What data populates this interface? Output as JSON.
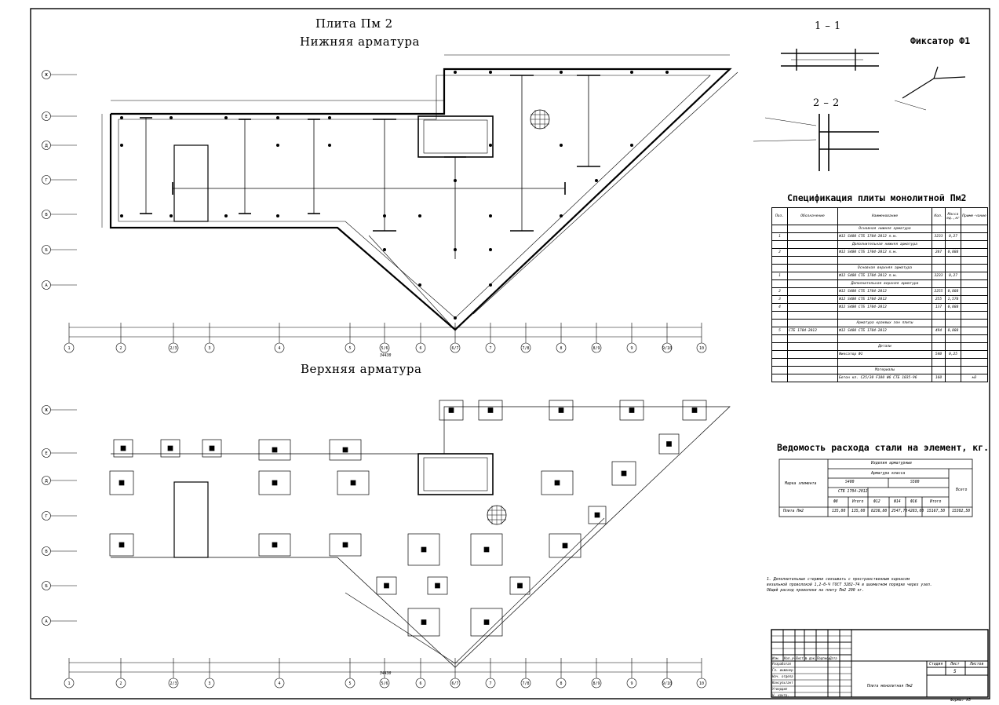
{
  "sheet": {
    "plan_title_line1": "Плита Пм 2",
    "plan_title_line2": "Нижняя арматура",
    "upper_title": "Верхняя арматура",
    "section_1_1": "1 – 1",
    "section_2_2": "2 – 2",
    "fixator_title": "Фиксатор Ф1"
  },
  "spec": {
    "title": "Спецификация плиты монолитной Пм2",
    "headers": [
      "Поз.",
      "Обозначение",
      "Наименование",
      "Кол.",
      "Масса ед.,кг",
      "Приме-чание"
    ],
    "rows": [
      {
        "pos": "",
        "desig": "",
        "name": "Основная нижняя арматура",
        "qty": "",
        "mass": "",
        "note": "",
        "section": true
      },
      {
        "pos": "1",
        "desig": "",
        "name": "Ф12 S400 СТБ 1704-2012   п.м.",
        "qty": "3233",
        "mass": "0,27",
        "note": ""
      },
      {
        "pos": "",
        "desig": "",
        "name": "Дополнительная нижняя арматура",
        "qty": "",
        "mass": "",
        "note": "",
        "section": true
      },
      {
        "pos": "2",
        "desig": "",
        "name": "Ф12 S400 СТБ 1704-2012   п.м.",
        "qty": "287",
        "mass": "0,888",
        "note": ""
      },
      {
        "pos": "",
        "desig": "",
        "name": "",
        "qty": "",
        "mass": "",
        "note": ""
      },
      {
        "pos": "",
        "desig": "",
        "name": "Основная верхняя арматура",
        "qty": "",
        "mass": "",
        "note": "",
        "section": true
      },
      {
        "pos": "1",
        "desig": "",
        "name": "Ф12 S400 СТБ 1704-2012   п.м.",
        "qty": "3233",
        "mass": "0,27",
        "note": ""
      },
      {
        "pos": "",
        "desig": "",
        "name": "Дополнительная верхняя арматура",
        "qty": "",
        "mass": "",
        "note": "",
        "section": true
      },
      {
        "pos": "2",
        "desig": "",
        "name": "Ф12 S400 СТБ 1704-2012",
        "qty": "2255",
        "mass": "0,888",
        "note": ""
      },
      {
        "pos": "3",
        "desig": "",
        "name": "Ф12 S400 СТБ 1704-2012",
        "qty": "255",
        "mass": "1,578",
        "note": ""
      },
      {
        "pos": "4",
        "desig": "",
        "name": "Ф12 S400 СТБ 1704-2012",
        "qty": "137",
        "mass": "0,888",
        "note": ""
      },
      {
        "pos": "",
        "desig": "",
        "name": "",
        "qty": "",
        "mass": "",
        "note": ""
      },
      {
        "pos": "",
        "desig": "",
        "name": "Арматура краевых зон плиты",
        "qty": "",
        "mass": "",
        "note": "",
        "section": true
      },
      {
        "pos": "5",
        "desig": "СТБ 1704-2012",
        "name": "Ф12 S400 СТБ 1704-2012",
        "qty": "494",
        "mass": "0,888",
        "note": ""
      },
      {
        "pos": "",
        "desig": "",
        "name": "",
        "qty": "",
        "mass": "",
        "note": ""
      },
      {
        "pos": "",
        "desig": "",
        "name": "Детали",
        "qty": "",
        "mass": "",
        "note": "",
        "section": true
      },
      {
        "pos": "",
        "desig": "",
        "name": "Фиксатор Ф1",
        "qty": "540",
        "mass": "0,25",
        "note": ""
      },
      {
        "pos": "",
        "desig": "",
        "name": "",
        "qty": "",
        "mass": "",
        "note": ""
      },
      {
        "pos": "",
        "desig": "",
        "name": "Материалы",
        "qty": "",
        "mass": "",
        "note": "",
        "section": true
      },
      {
        "pos": "",
        "desig": "",
        "name": "Бетон кл. С25/30 F100 W6 СТБ 1035-96",
        "qty": "160",
        "mass": "",
        "note": "м3"
      }
    ]
  },
  "steel": {
    "title": "Ведомость расхода стали на элемент, кг.",
    "h_mark": "Марка элемента",
    "h_products": "Изделия арматурные",
    "h_rebar": "Арматура класса",
    "h_s400": "S400",
    "h_s500": "S500",
    "h_std": "СТБ 1704-2012",
    "h_sub": [
      "Ф8",
      "Итого",
      "Ф12",
      "Ф14",
      "Ф16",
      "Итого"
    ],
    "h_total": "Всего",
    "row": [
      "Плита Пм2",
      "135,00",
      "135,00",
      "8236,80",
      "2547,70",
      "4283,00",
      "15167,50",
      "15302,50"
    ]
  },
  "notes": {
    "line1": "1.  Дополнительные стержни связывать с пространственным каркасом",
    "line2": "    вязальной проволокой 1,2-0-Ч ГОСТ 3282-74  в шахматном порядке через узел.",
    "line3": "    Общий расход проволоки на плиту Пм2 200 кг."
  },
  "stamp": {
    "headers": [
      "Изм.",
      "Кол.уч",
      "Лист",
      "№ док.",
      "Подпись",
      "Дата"
    ],
    "roles": [
      "Разработал",
      "Гл. инженер",
      "Нач. отдела",
      "Консультант",
      "Утвердил",
      "Н. контр."
    ],
    "stage": "Стадия",
    "sheet": "Лист",
    "sheets": "Листов",
    "sheet_no": "5",
    "drawing_name": "Плита монолитная Пм2",
    "format": "Формат А3"
  },
  "axes": {
    "rows": [
      "Ж",
      "Е",
      "Д",
      "Г",
      "В",
      "Б",
      "А"
    ],
    "cols": [
      "1",
      "2",
      "2/3",
      "3",
      "4",
      "5",
      "5/6",
      "6",
      "6/7",
      "7",
      "7/8",
      "8",
      "8/9",
      "9",
      "9/10",
      "10"
    ],
    "total_dim": "34430"
  }
}
